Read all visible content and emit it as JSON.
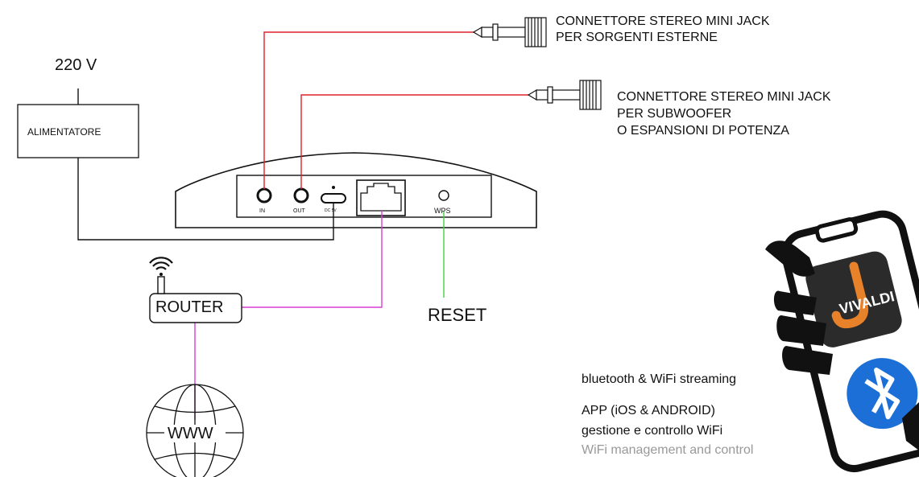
{
  "connector_in": {
    "lines": [
      "CONNETTORE STEREO MINI JACK",
      "PER SORGENTI ESTERNE"
    ]
  },
  "connector_sub": {
    "lines": [
      "CONNETTORE STEREO MINI JACK",
      "PER SUBWOOFER",
      "O ESPANSIONI DI POTENZA"
    ]
  },
  "power": {
    "voltage": "220 V",
    "supply_label": "ALIMENTATORE"
  },
  "device": {
    "port_in": "IN",
    "port_out": "OUT",
    "port_dc": "DC 5V",
    "port_wps": "WPS"
  },
  "router": {
    "label": "ROUTER"
  },
  "internet": {
    "label": "WWW"
  },
  "reset": {
    "label": "RESET"
  },
  "app": {
    "streaming": "bluetooth & WiFi streaming",
    "platforms": "APP (iOS & ANDROID)",
    "description_it": "gestione e controllo WiFi",
    "description_en": "WiFi management and control",
    "logo_text": "VIVALDI"
  },
  "colors": {
    "audio_cable": "#e0202a",
    "network_cable": "#d63fd6",
    "reset_line": "#3fd63f",
    "power_cable": "#111111",
    "app_logo_bg": "#2b2b2b",
    "app_logo_accent": "#e8822a",
    "bluetooth_blue": "#1d6fd8",
    "secondary_text": "#999999"
  }
}
